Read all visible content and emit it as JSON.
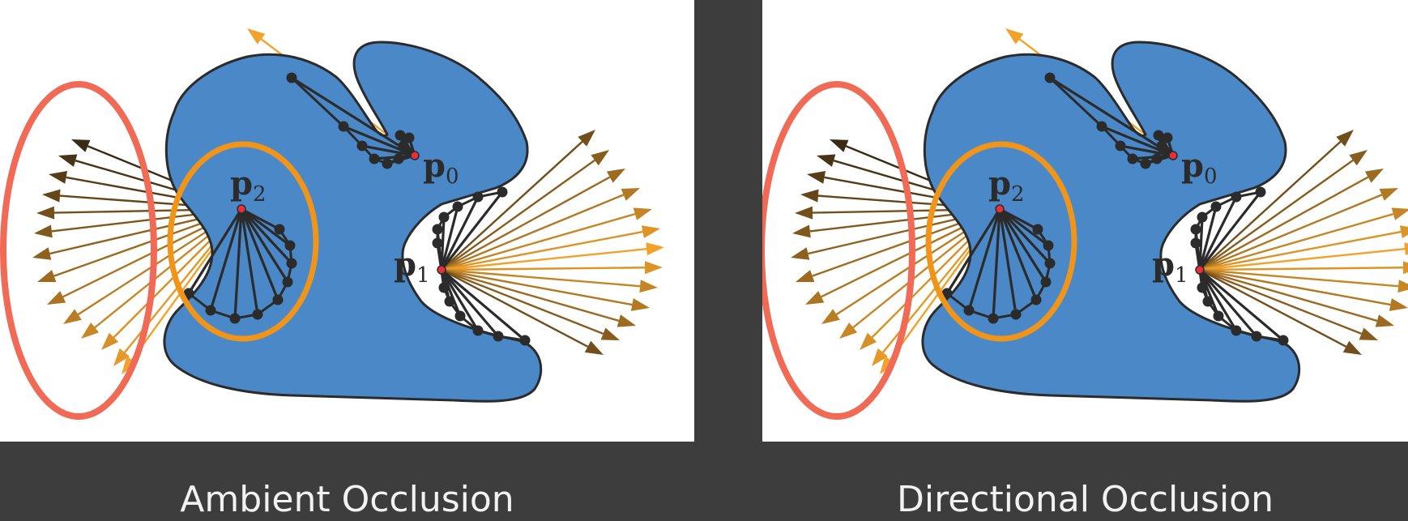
{
  "panels": [
    {
      "caption": "Ambient Occlusion"
    },
    {
      "caption": "Directional Occlusion"
    }
  ],
  "points": [
    {
      "base": "p",
      "sub": "0"
    },
    {
      "base": "p",
      "sub": "1"
    },
    {
      "base": "p",
      "sub": "2"
    }
  ],
  "colors": {
    "background": "#3d3d3d",
    "panel": "#ffffff",
    "shape_fill": "#4a88c8",
    "outline": "#2b2b2b",
    "occluder_ring": "#f0951a",
    "unoccluded_ring": "#f06a55",
    "ray_dark": "#3a2a14",
    "ray_light": "#f2a22a",
    "sample_point": "#e8303a"
  }
}
